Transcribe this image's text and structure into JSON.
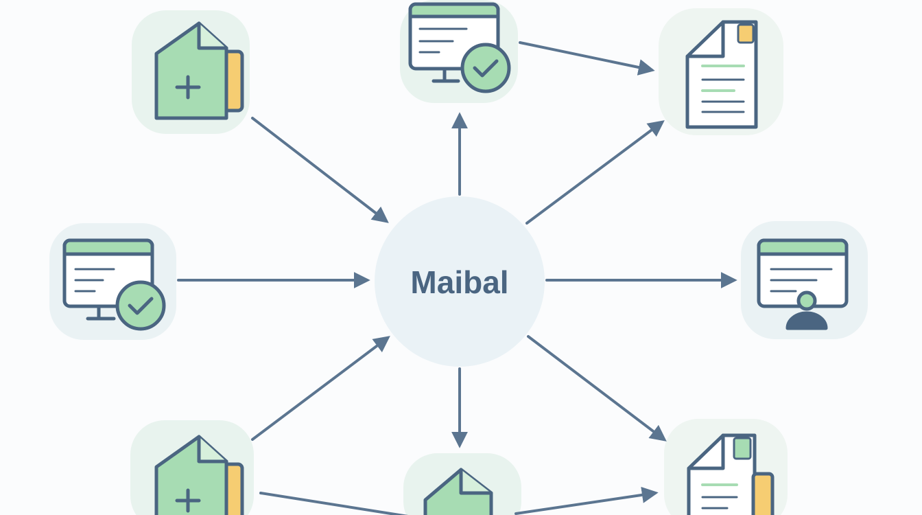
{
  "hub": {
    "label": "Maibal"
  },
  "colors": {
    "stroke": "#4a6581",
    "green": "#a7dcb3",
    "green_light": "#d7f0dc",
    "yellow": "#f6cd72",
    "halo": "#e8f3ee",
    "hub_halo": "#eaf2f6",
    "arrow": "#5b7590",
    "paper": "#ffffff"
  },
  "nodes": [
    {
      "name": "node-new-file-top-left",
      "icon": "file-plus-with-usb-icon",
      "direction": "inbound"
    },
    {
      "name": "node-monitor-check-top",
      "icon": "monitor-check-icon",
      "direction": "outbound"
    },
    {
      "name": "node-document-top-right",
      "icon": "document-lines-icon",
      "direction": "outbound"
    },
    {
      "name": "node-monitor-check-left",
      "icon": "monitor-check-icon",
      "direction": "inbound"
    },
    {
      "name": "node-monitor-user-right",
      "icon": "monitor-user-icon",
      "direction": "outbound"
    },
    {
      "name": "node-new-file-bottom-left",
      "icon": "file-plus-with-usb-icon",
      "direction": "inbound"
    },
    {
      "name": "node-file-bottom",
      "icon": "file-icon",
      "direction": "outbound"
    },
    {
      "name": "node-document-usb-bottom-right",
      "icon": "document-usb-icon",
      "direction": "outbound"
    }
  ]
}
